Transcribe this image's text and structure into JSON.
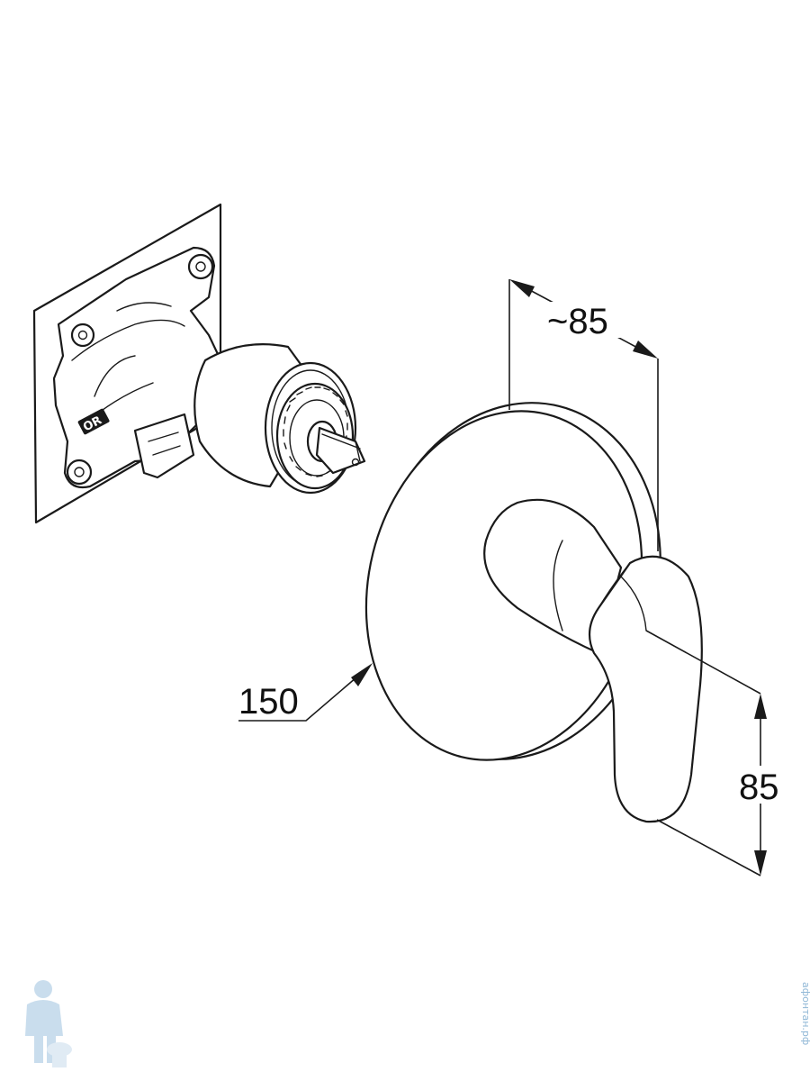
{
  "dimensions": {
    "depth": "~85",
    "rosette_diameter": "150",
    "lever_height": "85"
  },
  "watermark": {
    "vertical_text": "афонтан.рф",
    "icon": "plumber-mascot-icon"
  },
  "colors": {
    "line": "#1a1a1a",
    "watermark": "#8fb7d6"
  }
}
